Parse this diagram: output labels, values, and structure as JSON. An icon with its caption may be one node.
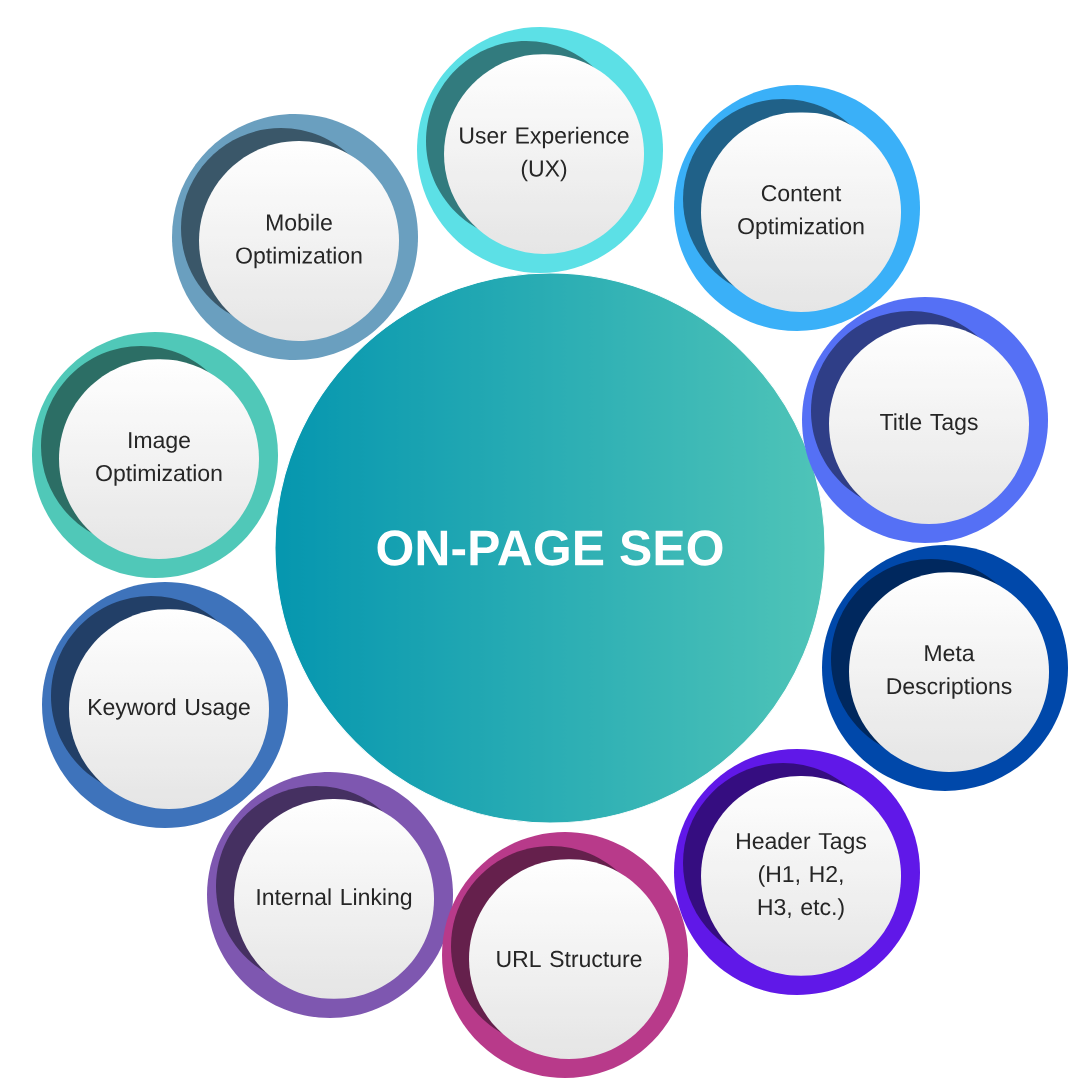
{
  "diagram": {
    "nodes": [
      {
        "text": [
          "ON-PAGE SEO"
        ]
      },
      {
        "text": [
          "User Experience (UX)"
        ]
      },
      {
        "text": [
          "Content Optimization"
        ]
      },
      {
        "text": [
          "Title Tags"
        ]
      },
      {
        "text": [
          "Meta Descriptions"
        ]
      },
      {
        "text": [
          "Header Tags (H1, H2, H3, etc.)"
        ]
      },
      {
        "text": [
          "URL Structure"
        ]
      },
      {
        "text": [
          "Internal Linking"
        ]
      },
      {
        "text": [
          "Keyword Usage"
        ]
      },
      {
        "text": [
          "Image Optimization"
        ]
      },
      {
        "text": [
          "Mobile Optimization"
        ]
      }
    ]
  }
}
